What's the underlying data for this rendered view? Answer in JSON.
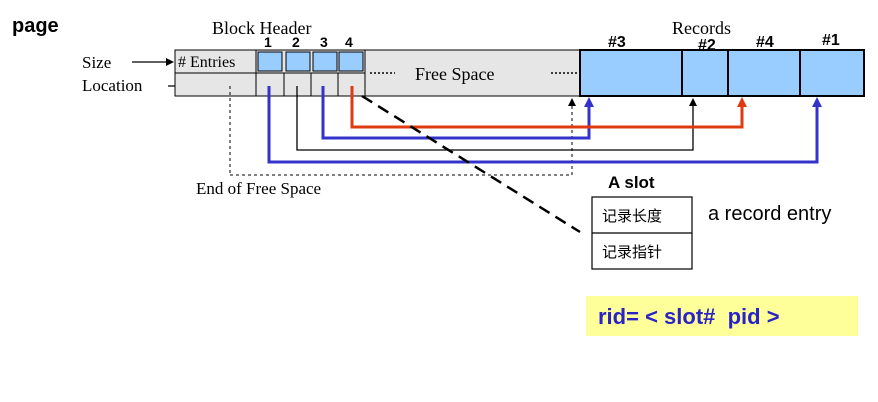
{
  "title": "page",
  "labels": {
    "block_header": "Block Header",
    "records": "Records",
    "size": "Size",
    "location": "Location",
    "entries": "# Entries",
    "free_space": "Free Space",
    "end_of_free_space": "End of Free Space",
    "a_slot": "A slot",
    "record_entry": "a record entry",
    "slot_length": "记录长度",
    "slot_pointer": "记录指针",
    "rid": "rid= < slot#  pid >"
  },
  "slot_numbers": [
    "1",
    "2",
    "3",
    "4"
  ],
  "record_labels": [
    "#3",
    "#2",
    "#4",
    "#1"
  ],
  "colors": {
    "header_fill": "#e6e6e6",
    "slot_fill": "#99ccff",
    "record_fill": "#99ccff",
    "arrow_blue": "#3333cc",
    "arrow_red": "#e03a12",
    "arrow_black": "#000000",
    "rid_bg": "#ffff99",
    "rid_text": "#2a24c8"
  }
}
